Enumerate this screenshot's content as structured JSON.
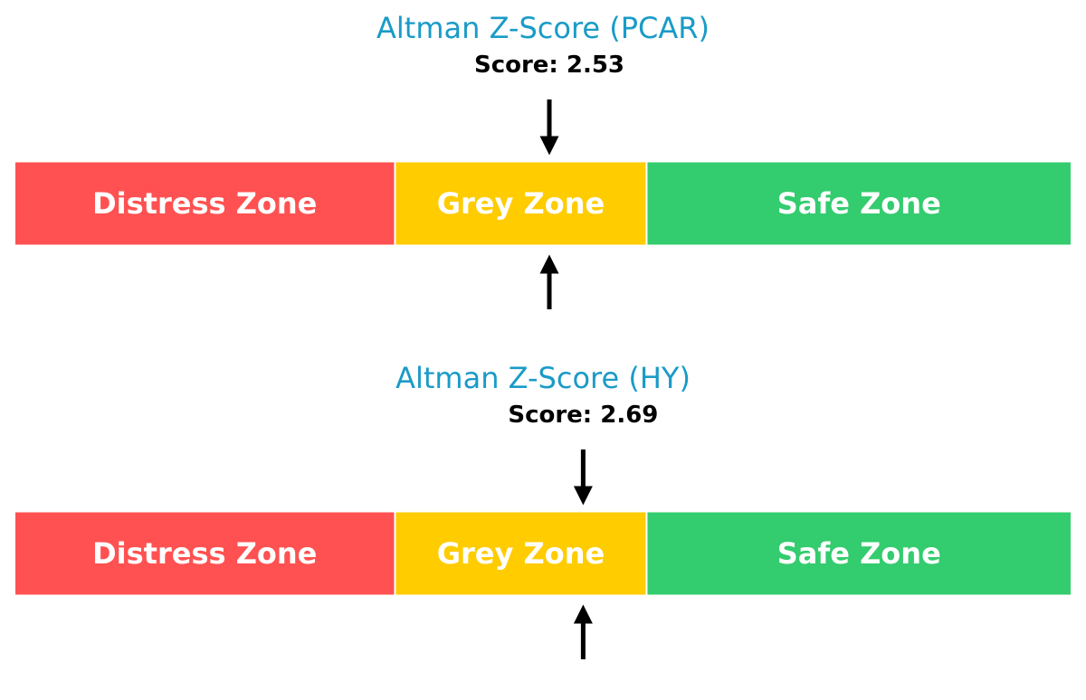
{
  "chart_data": [
    {
      "type": "gauge",
      "title": "Altman Z-Score (PCAR)",
      "score_label": "Score: 2.53",
      "score": 2.53,
      "zones": [
        {
          "name": "Distress Zone",
          "min": 0.0,
          "max": 1.8,
          "color": "#ff5151"
        },
        {
          "name": "Grey Zone",
          "min": 1.8,
          "max": 2.99,
          "color": "#ffcc00"
        },
        {
          "name": "Safe Zone",
          "min": 2.99,
          "max": 5.0,
          "color": "#33cc6e"
        }
      ]
    },
    {
      "type": "gauge",
      "title": "Altman Z-Score (HY)",
      "score_label": "Score: 2.69",
      "score": 2.69,
      "zones": [
        {
          "name": "Distress Zone",
          "min": 0.0,
          "max": 1.8,
          "color": "#ff5151"
        },
        {
          "name": "Grey Zone",
          "min": 1.8,
          "max": 2.99,
          "color": "#ffcc00"
        },
        {
          "name": "Safe Zone",
          "min": 2.99,
          "max": 5.0,
          "color": "#33cc6e"
        }
      ]
    }
  ],
  "colors": {
    "title": "#1a9bc7",
    "score": "#000000",
    "zone_text": "#ffffff",
    "arrow": "#000000"
  }
}
